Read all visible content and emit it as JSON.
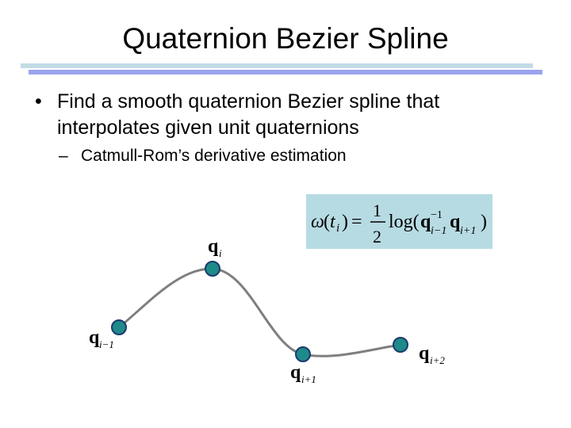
{
  "slide": {
    "title": "Quaternion Bezier Spline",
    "bullet_marker": "•",
    "bullet_text_line1": "Find a smooth quaternion Bezier spline that",
    "bullet_text_line2": "interpolates given unit quaternions",
    "sub_marker": "–",
    "sub_text": "Catmull-Rom’s derivative estimation"
  },
  "formula": {
    "box_color": "#b7dbe3",
    "lhs_omega": "ω",
    "lhs_open": "(",
    "lhs_t": "t",
    "lhs_i": "i",
    "lhs_close": ")",
    "equals": "=",
    "frac_num": "1",
    "frac_den": "2",
    "log": "log(",
    "q1": "q",
    "q1_sup": "−1",
    "q1_sub": "i−1",
    "q2": "q",
    "q2_sub": "i+1",
    "close": ")"
  },
  "points": [
    {
      "label": "q",
      "sub": "i−1"
    },
    {
      "label": "q",
      "sub": "i"
    },
    {
      "label": "q",
      "sub": "i+1"
    },
    {
      "label": "q",
      "sub": "i+2"
    }
  ],
  "colors": {
    "point_fill": "#1f8a8a",
    "point_stroke": "#1a3a6e",
    "curve": "#7f7f7f"
  }
}
